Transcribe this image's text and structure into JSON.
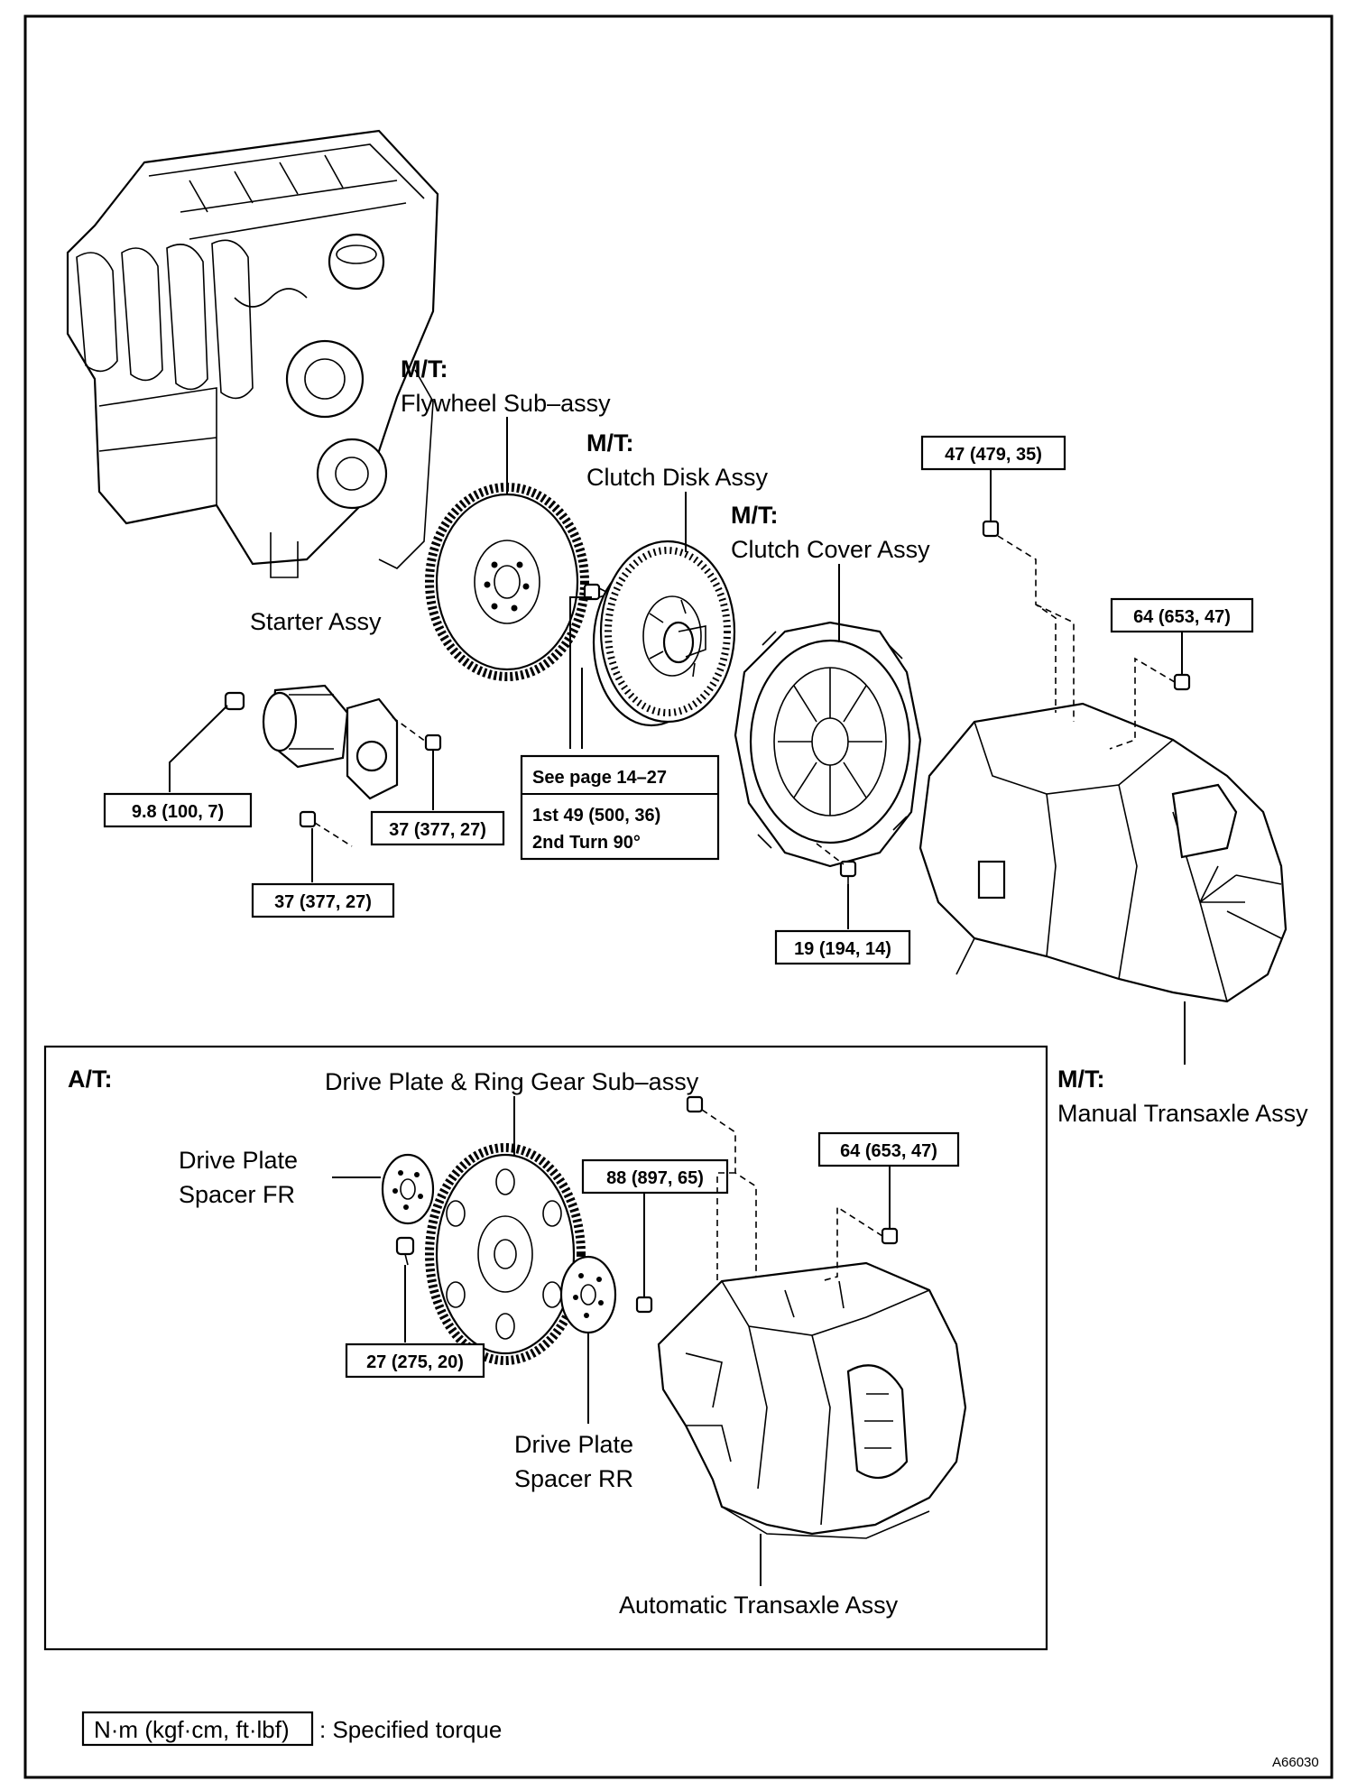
{
  "mt_prefix": "M/T:",
  "at_prefix": "A/T:",
  "labels": {
    "flywheel": "Flywheel Sub–assy",
    "clutch_disk": "Clutch Disk Assy",
    "clutch_cover": "Clutch Cover Assy",
    "starter": "Starter Assy",
    "manual_transaxle": "Manual Transaxle Assy",
    "drive_plate_ring_gear": "Drive Plate & Ring Gear Sub–assy",
    "spacer_fr_line1": "Drive Plate",
    "spacer_fr_line2": "Spacer FR",
    "spacer_rr_line1": "Drive Plate",
    "spacer_rr_line2": "Spacer RR",
    "automatic_transaxle": "Automatic Transaxle Assy"
  },
  "torques": {
    "mt_top_bolt": "47 (479, 35)",
    "mt_side_bolt": "64 (653, 47)",
    "starter_left": "9.8 (100, 7)",
    "starter_right": "37 (377, 27)",
    "starter_lower": "37 (377, 27)",
    "clutch_cover_bolt": "19 (194, 14)",
    "at_side_bolt": "64 (653, 47)",
    "drive_plate_bolt": "88 (897, 65)",
    "flex_bolt": "27 (275, 20)"
  },
  "flywheel_note": {
    "ref": "See page 14–27",
    "step1": "1st 49 (500, 36)",
    "step2": "2nd Turn 90°"
  },
  "legend": {
    "unit": "N·m (kgf·cm, ft·lbf)",
    "meaning": ": Specified torque"
  },
  "figure_code": "A66030"
}
